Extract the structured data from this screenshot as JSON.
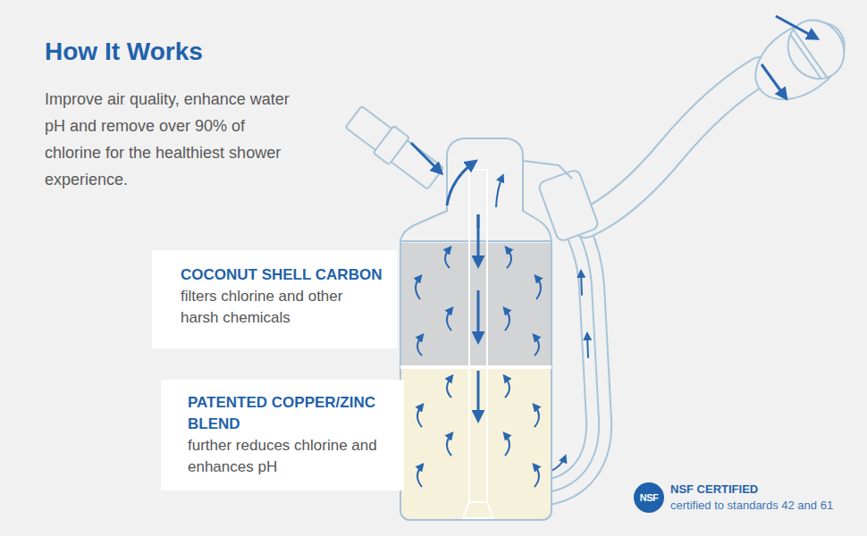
{
  "diagram": {
    "title": "How It Works",
    "nodes": [
      {
        "text": [
          "COCONUT SHELL CARBON",
          "filters chlorine and other harsh chemicals"
        ]
      },
      {
        "text": [
          "PATENTED COPPER/ZINC BLEND",
          "further reduces chlorine and enhances pH"
        ]
      },
      {
        "text": [
          "NSF"
        ]
      }
    ],
    "labels": [
      "Improve air quality, enhance water pH and remove over 90% of chlorine for the healthiest shower experience.",
      "NSF CERTIFIED",
      "certified to standards 42 and 61"
    ]
  }
}
